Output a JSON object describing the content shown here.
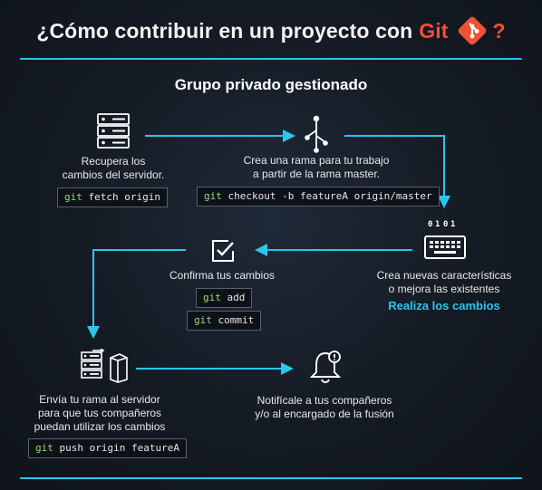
{
  "title": {
    "prefix": "¿Cómo contribuir en un proyecto con",
    "git_word": "Git",
    "suffix": "?"
  },
  "subtitle": "Grupo privado gestionado",
  "steps": {
    "fetch": {
      "line1": "Recupera los",
      "line2": "cambios del servidor.",
      "cmd_kw": "git",
      "cmd_rest": " fetch origin"
    },
    "branch": {
      "line1": "Crea una rama para tu trabajo",
      "line2": "a partir de la rama master.",
      "cmd_kw": "git",
      "cmd_rest": " checkout -b featureA origin/master"
    },
    "changes": {
      "line1": "Crea nuevas características",
      "line2": "o mejora las existentes",
      "highlight": "Realiza los cambios"
    },
    "commit": {
      "line1": "Confirma tus cambios",
      "cmd1_kw": "git",
      "cmd1_rest": " add",
      "cmd2_kw": "git",
      "cmd2_rest": " commit"
    },
    "push": {
      "line1": "Envía tu rama al servidor",
      "line2": "para que tus compañeros",
      "line3": "puedan utilizar los cambios",
      "cmd_kw": "git",
      "cmd_rest": " push origin featureA"
    },
    "notify": {
      "line1": "Notifícale a tus compañeros",
      "line2": "y/o al encargado de la fusión"
    }
  },
  "icons": {
    "server": "server-stack-icon",
    "branch": "branch-tree-icon",
    "keyboard": "keyboard-binary-icon",
    "checkbox": "checkbox-icon",
    "push": "server-upload-icon",
    "bell": "bell-notification-icon",
    "git_logo": "git-logo-icon"
  },
  "colors": {
    "accent": "#2bc6ea",
    "git_red": "#f05033",
    "command_green": "#8ee077",
    "background": "#141a23"
  }
}
